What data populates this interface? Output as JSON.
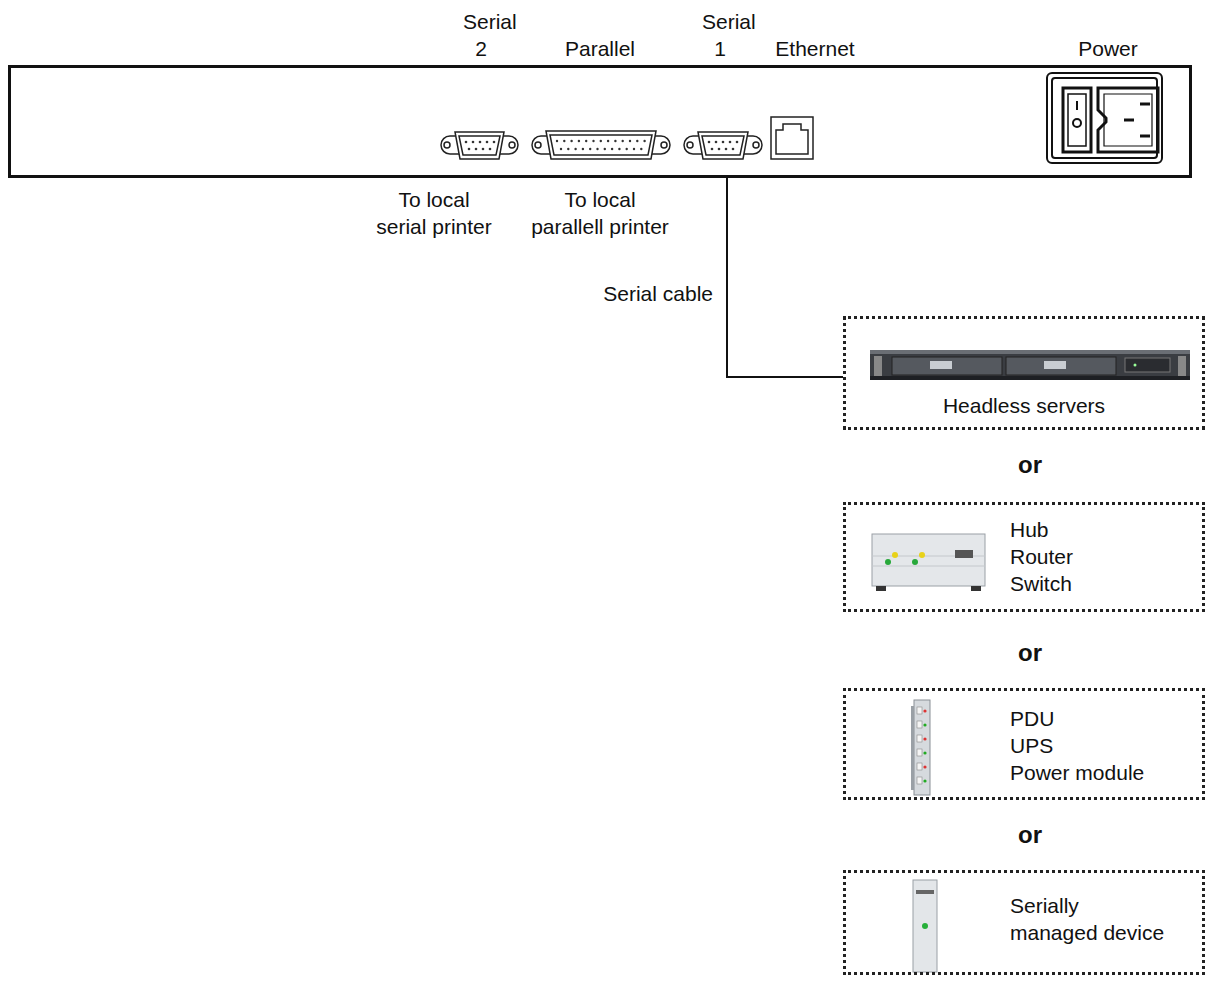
{
  "diagram": {
    "nodes": [
      {
        "text": [
          "Serial 2",
          "Parallel",
          "Serial 1",
          "Ethernet",
          "Power"
        ]
      },
      {
        "text": [
          "Headless servers"
        ]
      },
      {
        "text": [
          "Hub",
          "Router",
          "Switch"
        ]
      },
      {
        "text": [
          "PDU",
          "UPS",
          "Power module"
        ]
      },
      {
        "text": [
          "Serially managed device"
        ]
      }
    ],
    "edges": [
      {
        "from": 0,
        "to": 1,
        "label": "Serial cable",
        "arrow": "none"
      }
    ],
    "labels": [
      "To local serial printer",
      "To local parallell printer",
      "or",
      "or",
      "or"
    ]
  }
}
